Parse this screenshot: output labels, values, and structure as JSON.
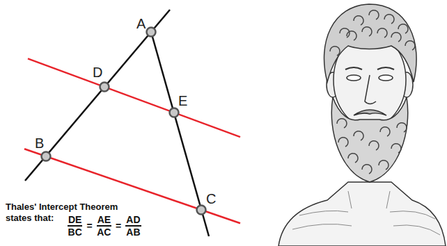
{
  "diagram": {
    "labels": [
      "A",
      "D",
      "E",
      "B",
      "C",
      "Thales' Intercept Theorem states that:",
      "DE",
      "BC",
      "=",
      "AE",
      "AC",
      "=",
      "AD",
      "AB"
    ]
  }
}
